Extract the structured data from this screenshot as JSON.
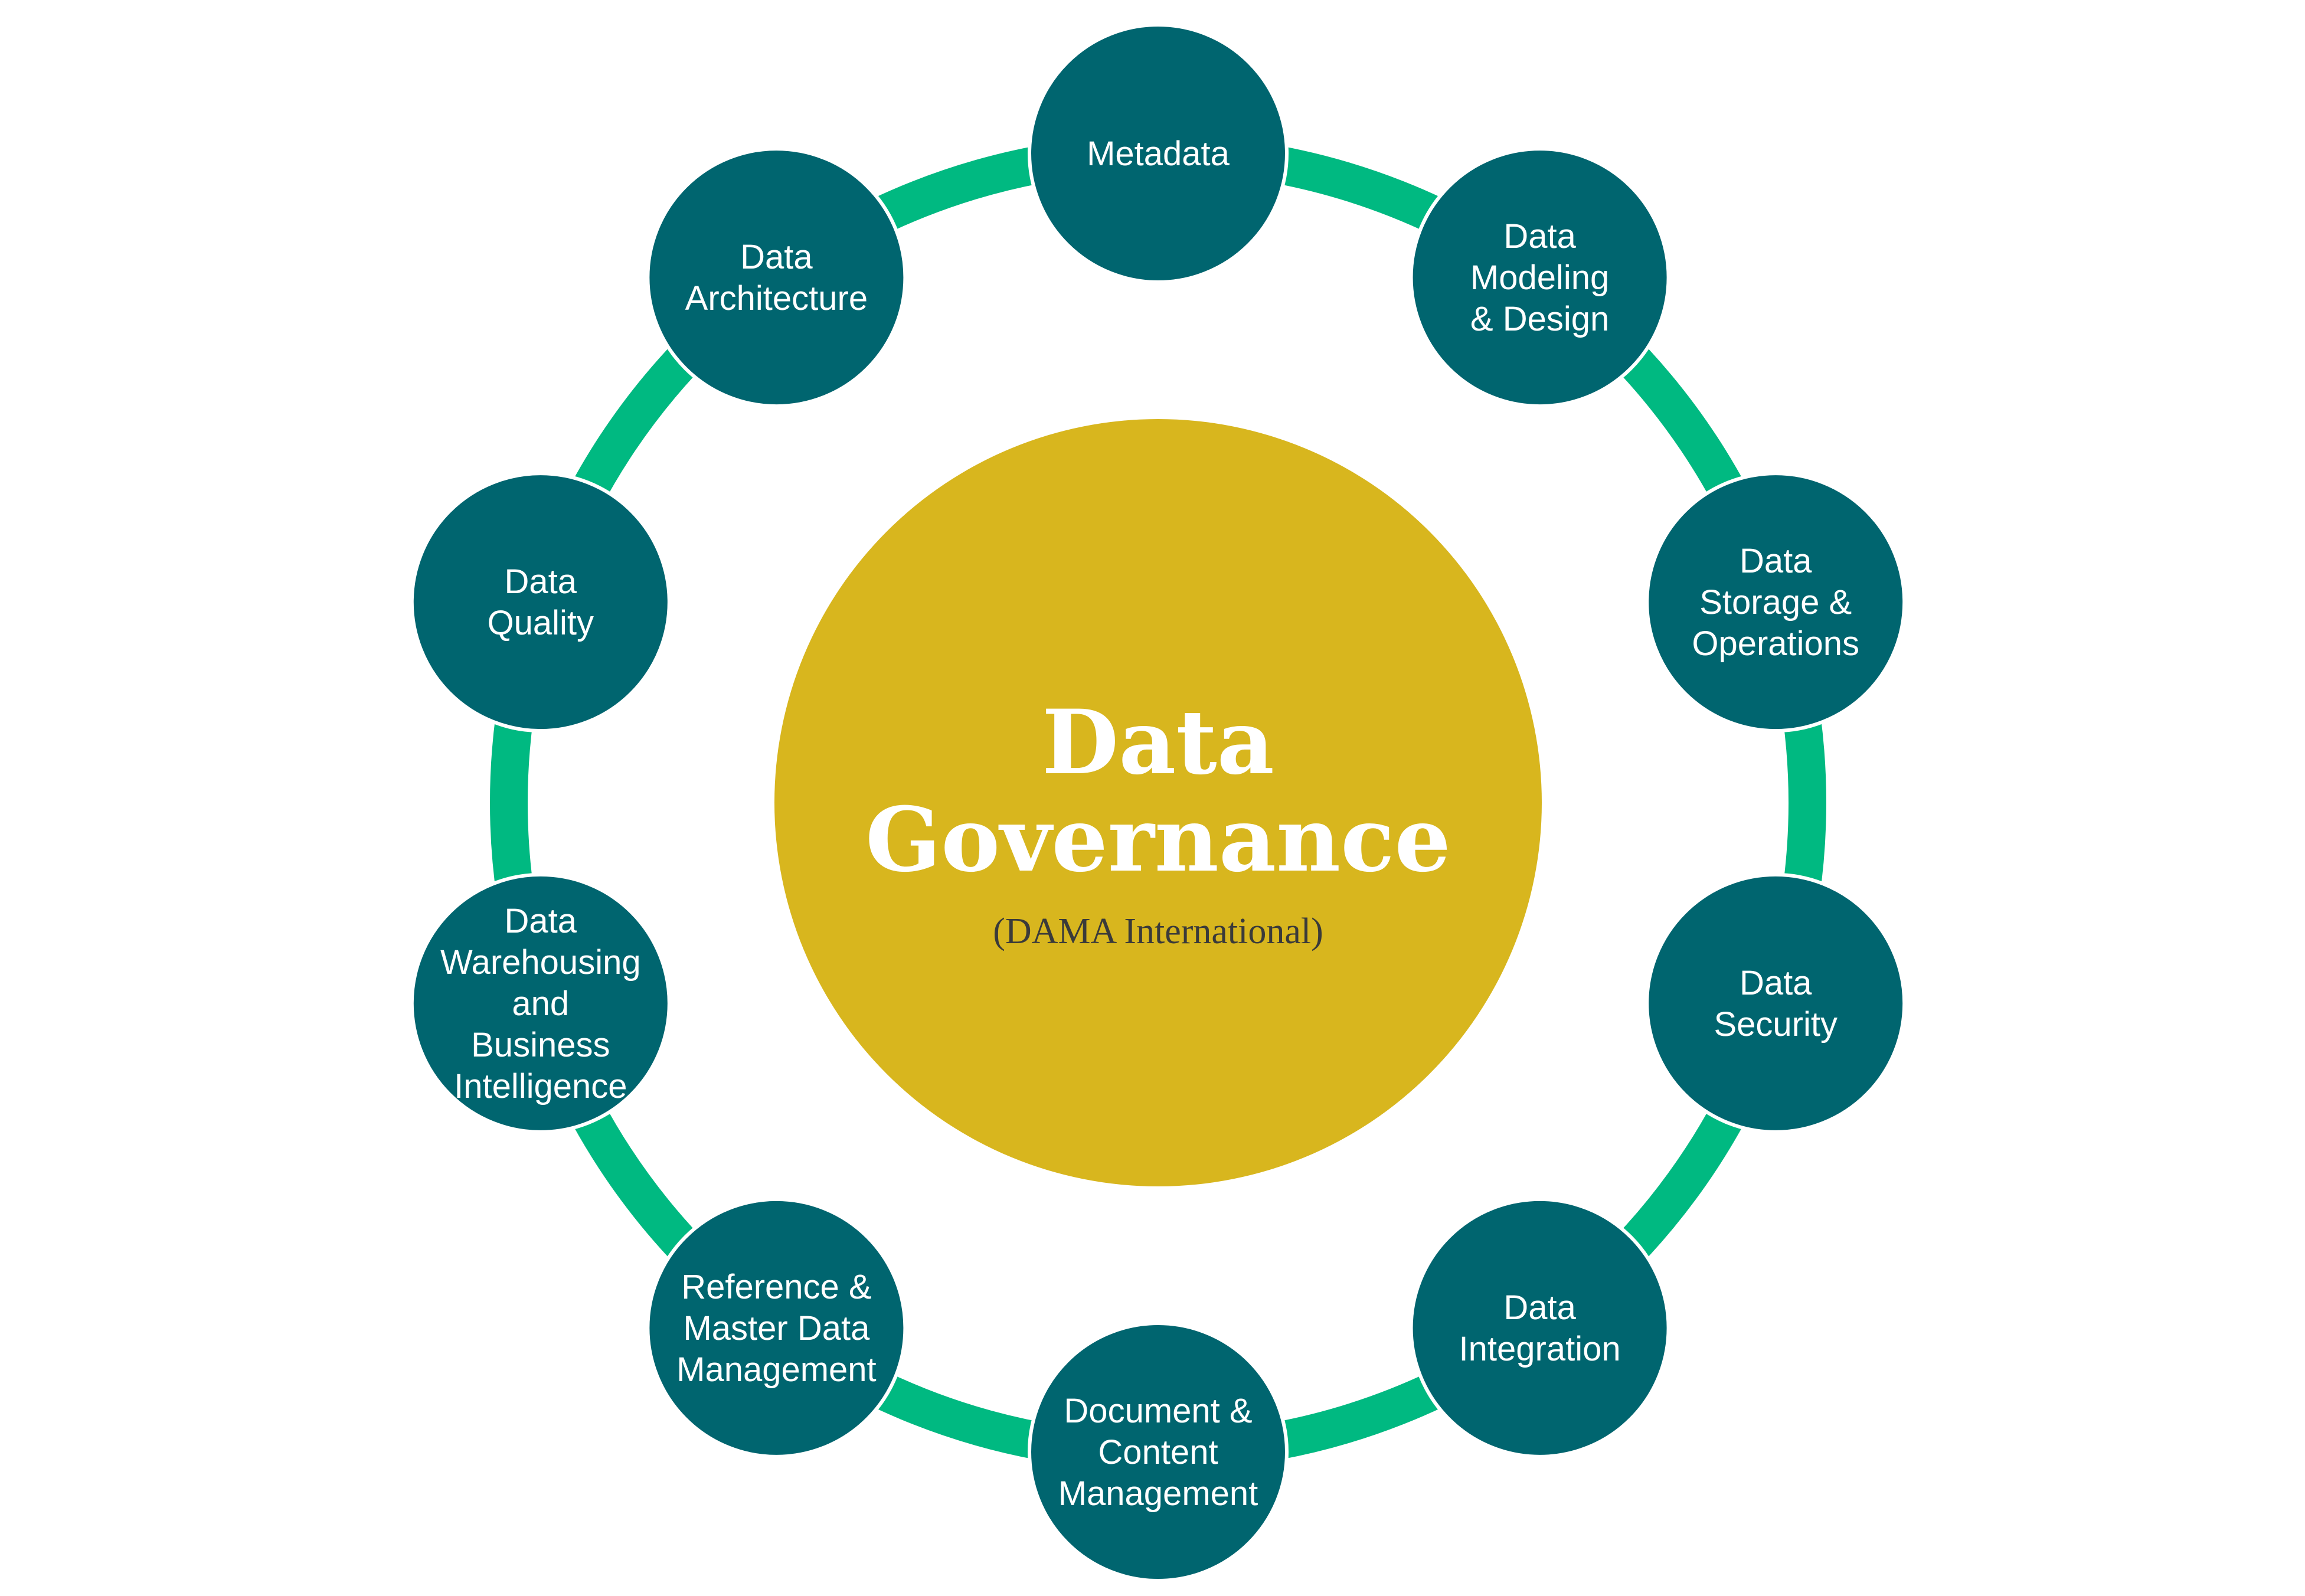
{
  "colors": {
    "ring": "#00b981",
    "node": "#00656f",
    "center": "#d8b61e",
    "node_text": "#ffffff",
    "center_subtitle": "#3a3a3a"
  },
  "center": {
    "title_lines": [
      "Data",
      "Governance"
    ],
    "subtitle": "(DAMA International)"
  },
  "nodes": [
    {
      "lines": [
        "Metadata"
      ]
    },
    {
      "lines": [
        "Data",
        "Modeling",
        "& Design"
      ]
    },
    {
      "lines": [
        "Data",
        "Storage &",
        "Operations"
      ]
    },
    {
      "lines": [
        "Data",
        "Security"
      ]
    },
    {
      "lines": [
        "Data",
        "Integration"
      ]
    },
    {
      "lines": [
        "Document &",
        "Content",
        "Management"
      ]
    },
    {
      "lines": [
        "Reference &",
        "Master Data",
        "Management"
      ]
    },
    {
      "lines": [
        "Data",
        "Warehousing",
        "and",
        "Business",
        "Intelligence"
      ]
    },
    {
      "lines": [
        "Data",
        "Quality"
      ]
    },
    {
      "lines": [
        "Data",
        "Architecture"
      ]
    }
  ]
}
